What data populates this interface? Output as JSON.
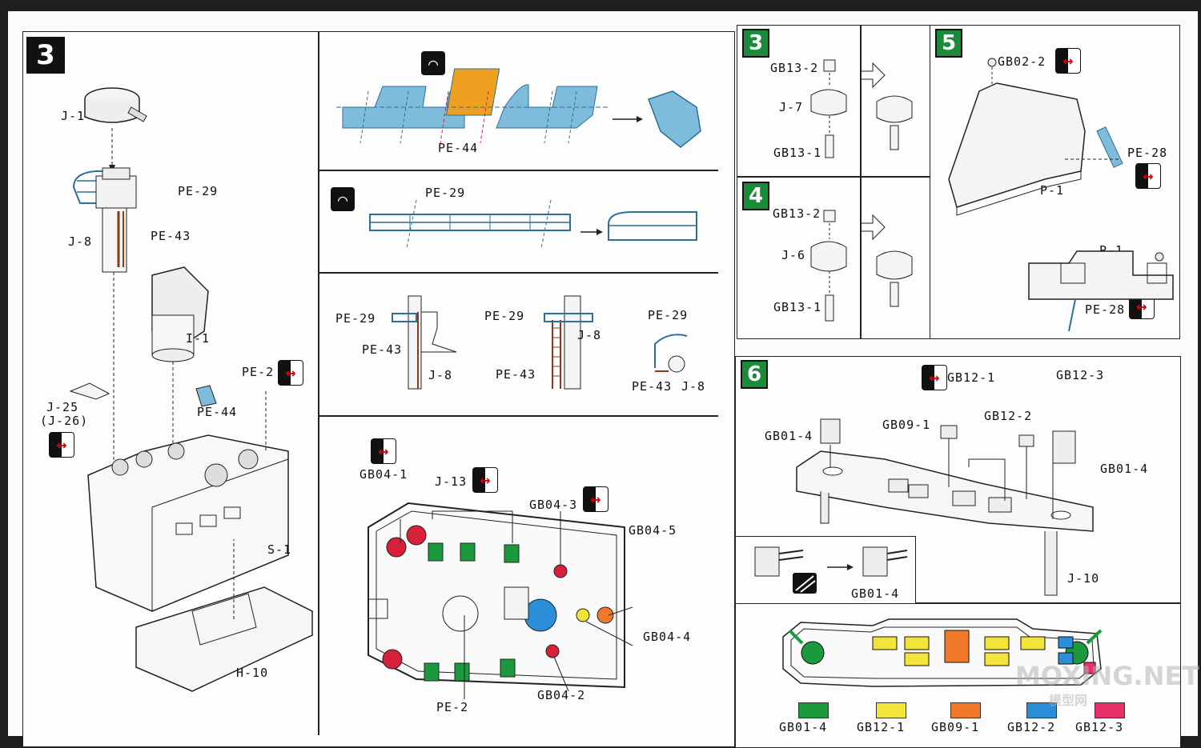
{
  "steps": {
    "main": "3",
    "sub3": "3",
    "sub4": "4",
    "sub5": "5",
    "sub6": "6"
  },
  "labels": {
    "j1": "J-1",
    "pe29_a": "PE-29",
    "j8_a": "J-8",
    "pe43_a": "PE-43",
    "i1": "I-1",
    "pe2_a": "PE-2",
    "j25": "J-25",
    "j26": "(J-26)",
    "pe44_a": "PE-44",
    "s1": "S-1",
    "h10": "H-10",
    "pe44_b": "PE-44",
    "pe29_b": "PE-29",
    "pe29_c": "PE-29",
    "pe43_c": "PE-43",
    "j8_c": "J-8",
    "pe29_d": "PE-29",
    "pe43_d": "PE-43",
    "j8_d": "J-8",
    "pe29_e": "PE-29",
    "pe43_e": "PE-43",
    "j8_e": "J-8",
    "gb04_1": "GB04-1",
    "j13": "J-13",
    "gb04_3": "GB04-3",
    "gb04_5": "GB04-5",
    "gb04_4": "GB04-4",
    "gb04_2": "GB04-2",
    "pe2_b": "PE-2",
    "gb13_2_a": "GB13-2",
    "j7": "J-7",
    "gb13_1_a": "GB13-1",
    "gb13_2_b": "GB13-2",
    "j6": "J-6",
    "gb13_1_b": "GB13-1",
    "gb02_2": "GB02-2",
    "pe28_a": "PE-28",
    "p1_a": "P-1",
    "p1_b": "P-1",
    "pe28_b": "PE-28",
    "gb12_1": "GB12-1",
    "gb12_3": "GB12-3",
    "gb01_4_a": "GB01-4",
    "gb09_1": "GB09-1",
    "gb12_2": "GB12-2",
    "gb01_4_b": "GB01-4",
    "j10": "J-10",
    "gb01_4_c": "GB01-4"
  },
  "legend": [
    {
      "label": "GB01-4",
      "color": "#1a9a3c"
    },
    {
      "label": "GB12-1",
      "color": "#f2e43a"
    },
    {
      "label": "GB09-1",
      "color": "#f07a2a"
    },
    {
      "label": "GB12-2",
      "color": "#2a8fd8"
    },
    {
      "label": "GB12-3",
      "color": "#e8306a"
    }
  ],
  "watermark": {
    "main": "MOXING.NET",
    "sub": "模型网"
  },
  "colors": {
    "pe_blue": "#7fbcdc",
    "pe_orange": "#f0a020",
    "ladder_brown": "#8b3a1a",
    "green_part": "#1a9a3c",
    "red_part": "#d8203a",
    "yellow_part": "#f2e43a",
    "orange_part": "#f07a2a",
    "blue_part": "#2a8fd8",
    "magenta_part": "#e8306a"
  },
  "icons": [
    "bend-photo-etch-icon",
    "cut-sprue-icon",
    "assembly-arrow-icon",
    "file-tool-icon"
  ]
}
